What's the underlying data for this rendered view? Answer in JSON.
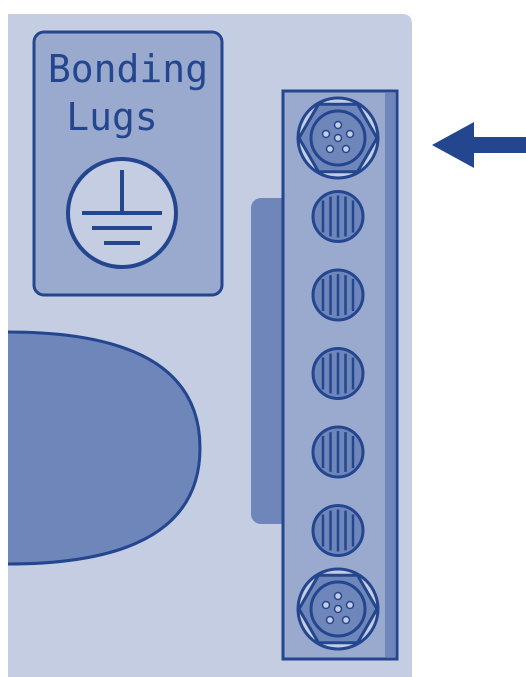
{
  "label": {
    "line1": "Bonding",
    "line2": "Lugs",
    "symbol": "ground-symbol-icon"
  },
  "pointer": "arrow-left-icon",
  "lugs": [
    {
      "kind": "hex-nut"
    },
    {
      "kind": "screw"
    },
    {
      "kind": "screw"
    },
    {
      "kind": "screw"
    },
    {
      "kind": "screw"
    },
    {
      "kind": "screw"
    },
    {
      "kind": "hex-nut"
    }
  ],
  "colors": {
    "panel": "#c5cde2",
    "label_box": "#9aaacf",
    "dark_blue": "#23468f",
    "mid_blue": "#6f86ba",
    "bar": "#9aaacf"
  }
}
